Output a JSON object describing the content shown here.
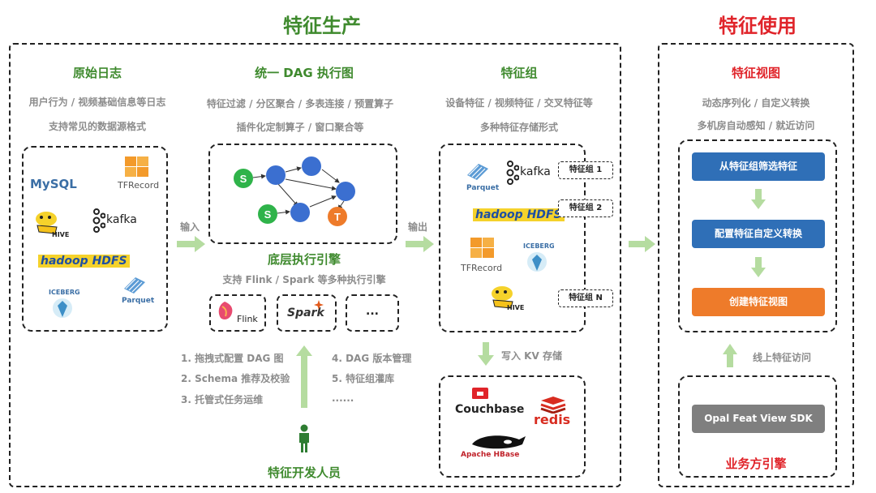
{
  "titles": {
    "production": "特征生产",
    "usage": "特征使用"
  },
  "raw_logs": {
    "title": "原始日志",
    "desc1": "用户行为 / 视频基础信息等日志",
    "desc2": "支持常见的数据源格式",
    "logos": [
      "MySQL",
      "TFRecord",
      "HIVE",
      "kafka",
      "hadoop HDFS",
      "ICEBERG",
      "Parquet"
    ]
  },
  "dag": {
    "title": "统一 DAG 执行图",
    "desc1": "特征过滤 / 分区聚合 / 多表连接 / 预置算子",
    "desc2": "插件化定制算子 / 窗口聚合等",
    "node_s": "S",
    "node_t": "T",
    "engine_title": "底层执行引擎",
    "engine_desc": "支持 Flink / Spark 等多种执行引擎",
    "engines": [
      "Flink",
      "Spark",
      "..."
    ]
  },
  "arrows": {
    "input": "输入",
    "output": "输出",
    "write_kv": "写入 KV 存储",
    "online_access": "线上特征访问"
  },
  "feature_group": {
    "title": "特征组",
    "desc1": "设备特征 / 视频特征 / 交叉特征等",
    "desc2": "多种特征存储形式",
    "tags": [
      "特征组 1",
      "特征组 2",
      "特征组 N"
    ],
    "logos": [
      "Parquet",
      "kafka",
      "hadoop HDFS",
      "TFRecord",
      "ICEBERG",
      "HIVE"
    ]
  },
  "steps": [
    "1. 拖拽式配置 DAG 图",
    "2. Schema 推荐及校验",
    "3. 托管式任务运维",
    "4. DAG 版本管理",
    "5. 特征组灌库",
    "......"
  ],
  "developer": "特征开发人员",
  "kv_store": [
    "Couchbase",
    "redis",
    "Apache HBase"
  ],
  "feature_view": {
    "title": "特征视图",
    "desc1": "动态序列化 / 自定义转换",
    "desc2": "多机房自动感知 / 就近访问",
    "steps": [
      "从特征组筛选特征",
      "配置特征自定义转换",
      "创建特征视图"
    ]
  },
  "business": {
    "sdk": "Opal Feat View SDK",
    "title": "业务方引擎"
  },
  "colors": {
    "green": "#3f8a2e",
    "red": "#e0242a",
    "blue": "#2f6fb7",
    "orange": "#ee7b2a",
    "arrow": "#b5dca0",
    "node_blue": "#3b6fd0"
  }
}
